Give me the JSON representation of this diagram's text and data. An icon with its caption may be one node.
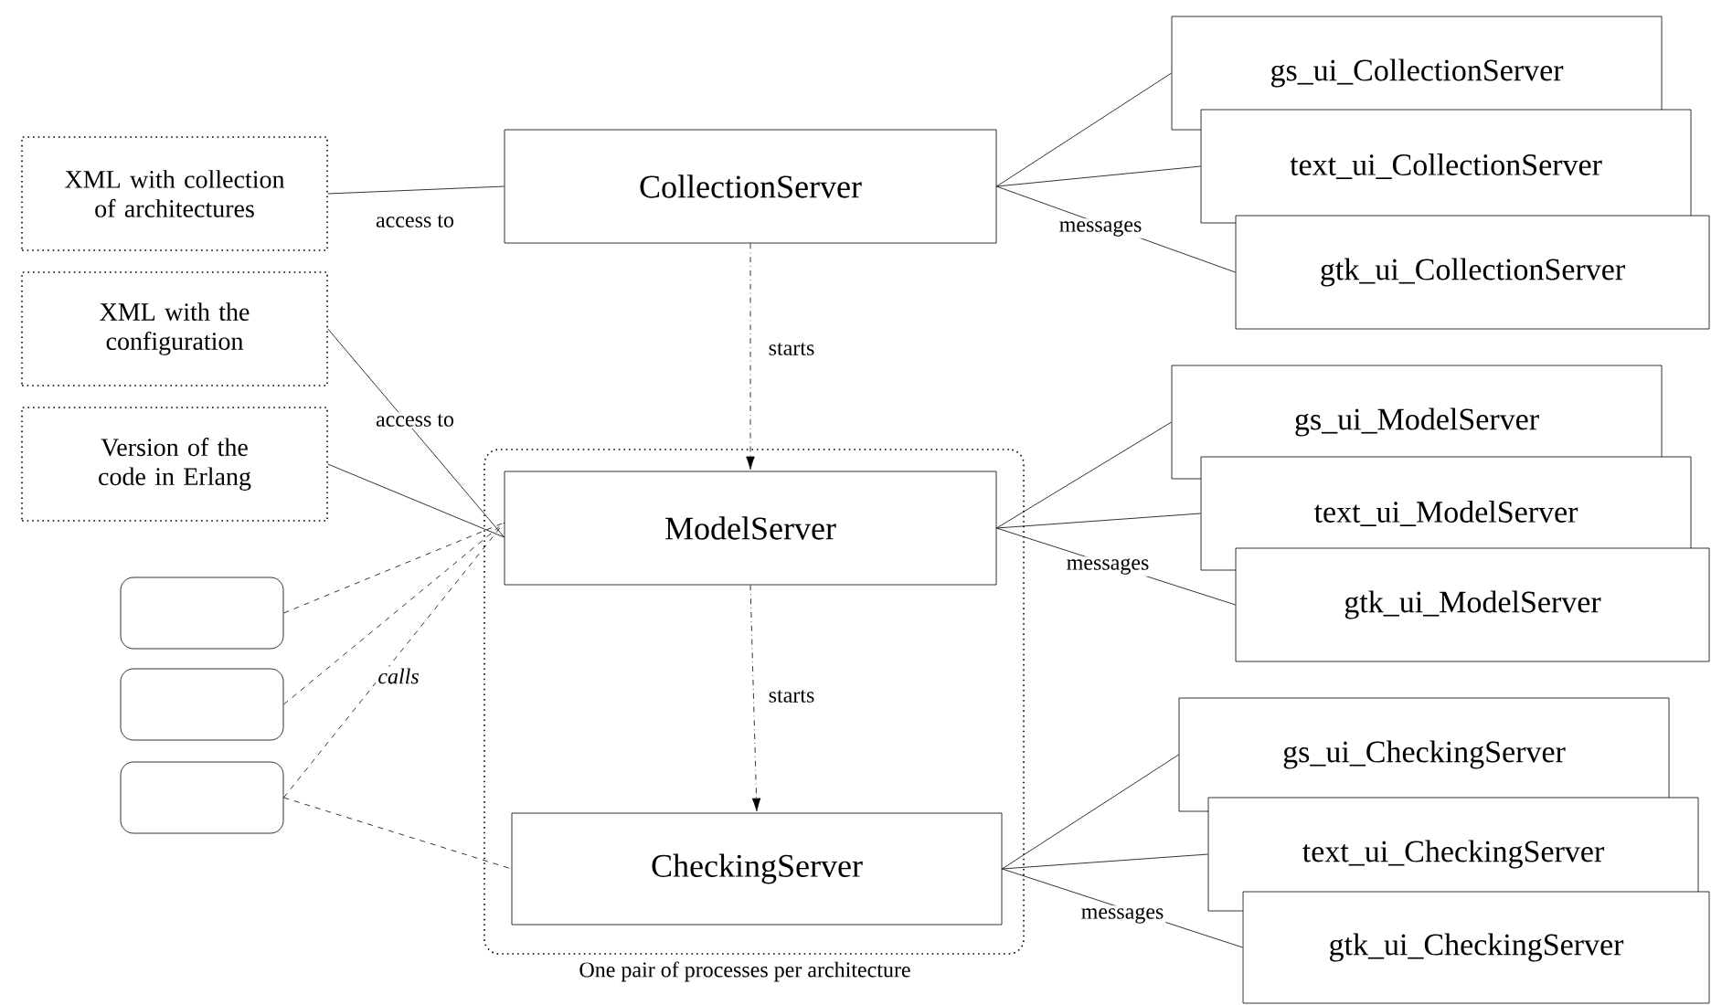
{
  "diagram": {
    "nodes": [
      {
        "text": [
          "XML with collection of architectures"
        ]
      },
      {
        "text": [
          "CollectionServer"
        ]
      },
      {
        "text": [
          "gs_ui_CollectionServer"
        ]
      },
      {
        "text": [
          "text_ui_CollectionServer"
        ]
      },
      {
        "text": [
          "gtk_ui_CollectionServer"
        ]
      },
      {
        "text": [
          "XML with the configuration"
        ]
      },
      {
        "text": [
          "Version of the code in Erlang"
        ]
      },
      {
        "text": [
          "One pair of processes per architecture"
        ]
      },
      {
        "text": [
          "ModelServer"
        ],
        "in": 7
      },
      {
        "text": [
          "gs_ui_ModelServer"
        ]
      },
      {
        "text": [
          "text_ui_ModelServer"
        ]
      },
      {
        "text": [
          "gtk_ui_ModelServer"
        ]
      },
      {
        "text": [],
        "shape": "box"
      },
      {
        "text": [],
        "shape": "box"
      },
      {
        "text": [],
        "shape": "box"
      },
      {
        "text": [
          "CheckingServer"
        ],
        "in": 7
      },
      {
        "text": [
          "gs_ui_CheckingServer"
        ]
      },
      {
        "text": [
          "text_ui_CheckingServer"
        ]
      },
      {
        "text": [
          "gtk_ui_CheckingServer"
        ]
      }
    ],
    "edges": [
      {
        "from": 0,
        "to": 1,
        "arrow": "none",
        "label": "access to"
      },
      {
        "from": 1,
        "to": 2,
        "arrow": "none"
      },
      {
        "from": 1,
        "to": 3,
        "arrow": "none"
      },
      {
        "from": 1,
        "to": 4,
        "arrow": "none",
        "label": "messages"
      },
      {
        "from": 1,
        "to": 8,
        "arrow": "to",
        "style": "dashed",
        "label": "starts"
      },
      {
        "from": 5,
        "to": 8,
        "arrow": "none",
        "label": "access to"
      },
      {
        "from": 6,
        "to": 8,
        "arrow": "none"
      },
      {
        "from": 8,
        "to": 9,
        "arrow": "none"
      },
      {
        "from": 8,
        "to": 10,
        "arrow": "none"
      },
      {
        "from": 8,
        "to": 11,
        "arrow": "none",
        "label": "messages"
      },
      {
        "from": 8,
        "to": 15,
        "arrow": "to",
        "style": "dashed",
        "label": "starts"
      },
      {
        "from": 12,
        "to": 8,
        "arrow": "none",
        "style": "dashed"
      },
      {
        "from": 13,
        "to": 8,
        "arrow": "none",
        "style": "dashed",
        "label": "calls"
      },
      {
        "from": 14,
        "to": 8,
        "arrow": "none",
        "style": "dashed"
      },
      {
        "from": 14,
        "to": 15,
        "arrow": "none",
        "style": "dashed"
      },
      {
        "from": 15,
        "to": 16,
        "arrow": "none"
      },
      {
        "from": 15,
        "to": 17,
        "arrow": "none"
      },
      {
        "from": 15,
        "to": 18,
        "arrow": "none",
        "label": "messages"
      }
    ]
  }
}
